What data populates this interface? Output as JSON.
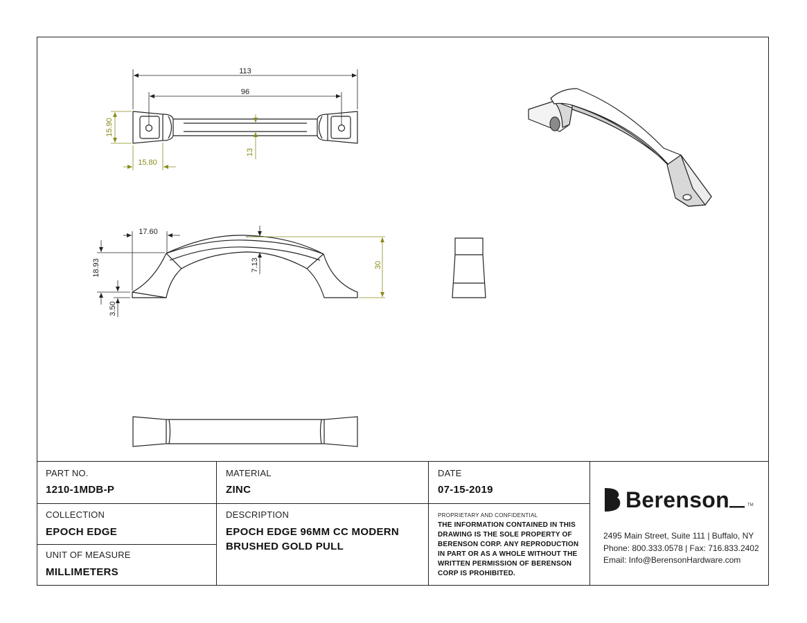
{
  "dimensions": {
    "top_overall": "113",
    "top_cc": "96",
    "top_height": "15.90",
    "top_end": "15.80",
    "top_bar": "13",
    "side_end": "17.60",
    "side_height": "18.93",
    "side_base": "3.50",
    "side_arch": "7.13",
    "side_total": "30"
  },
  "title_block": {
    "part_no_label": "PART NO.",
    "part_no_value": "1210-1MDB-P",
    "material_label": "MATERIAL",
    "material_value": "ZINC",
    "date_label": "DATE",
    "date_value": "07-15-2019",
    "collection_label": "COLLECTION",
    "collection_value": "EPOCH EDGE",
    "description_label": "DESCRIPTION",
    "description_line1": "EPOCH EDGE 96MM CC MODERN",
    "description_line2": "BRUSHED GOLD PULL",
    "uom_label": "UNIT OF MEASURE",
    "uom_value": "MILLIMETERS",
    "proprietary_label": "PROPRIETARY AND CONFIDENTIAL",
    "notice_lines": [
      "THE INFORMATION CONTAINED IN THIS",
      "DRAWING IS THE SOLE PROPERTY OF",
      "BERENSON CORP. ANY REPRODUCTION",
      "IN PART OR AS A WHOLE WITHOUT THE",
      "WRITTEN PERMISSION OF BERENSON",
      "CORP IS PROHIBITED."
    ]
  },
  "company": {
    "logo_text": "Berenson",
    "trademark": "TM",
    "address": "2495 Main Street, Suite 111 | Buffalo, NY",
    "phone_fax": "Phone: 800.333.0578 | Fax: 716.833.2402",
    "email": "Email: Info@BerensonHardware.com"
  },
  "colors": {
    "dimension": "#8a8a1a",
    "line": "#222222"
  }
}
